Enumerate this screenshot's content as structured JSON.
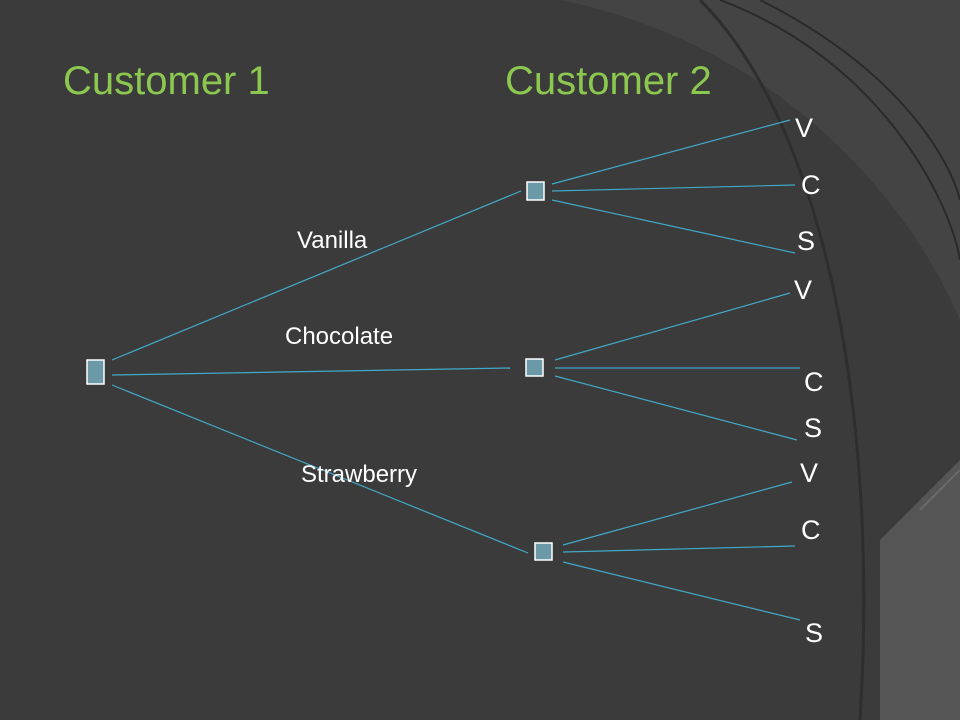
{
  "headings": {
    "customer_1": "Customer 1",
    "customer_2": "Customer 2"
  },
  "branches": {
    "vanilla": "Vanilla",
    "chocolate": "Chocolate",
    "strawberry": "Strawberry"
  },
  "leaves": {
    "vanilla_branch": [
      "V",
      "C",
      "S"
    ],
    "chocolate_branch": [
      "V",
      "C",
      "S"
    ],
    "strawberry_branch": [
      "V",
      "C",
      "S"
    ]
  },
  "colors": {
    "background": "#3b3b3b",
    "heading_text": "#8cc74f",
    "label_text": "#ffffff",
    "edge_line": "#41a9c8",
    "node_fill": "#6c99a8",
    "node_border": "#ffffff"
  }
}
